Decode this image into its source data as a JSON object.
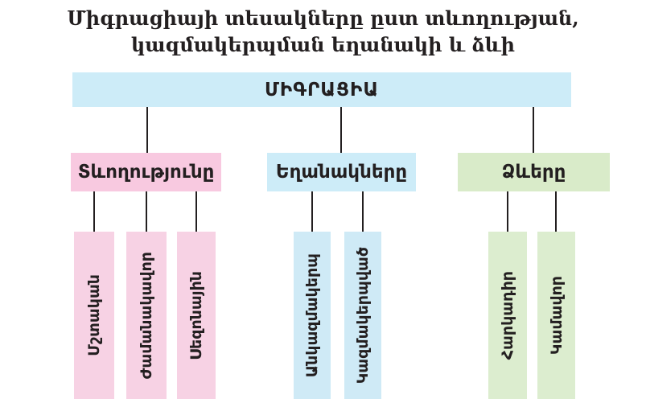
{
  "title": {
    "line1": "Միգրացիայի տեսակները ըստ տևողության,",
    "line2": "կազմակերպման եղանակի և ձևի"
  },
  "root": {
    "label": "ՄԻԳՐԱՑԻԱ"
  },
  "branches": [
    {
      "id": "duration",
      "label": "Տևողությունը",
      "fill": "#f8c9e0",
      "leaf_fill": "#f7d2e4",
      "children": [
        "Մշտական",
        "Ժամանակավոր",
        "Սեզոնային"
      ]
    },
    {
      "id": "methods",
      "label": "Եղանակները",
      "fill": "#cdecf8",
      "leaf_fill": "#cfeaf6",
      "children": [
        "Անկազմակերպ",
        "Կազմակերպված"
      ]
    },
    {
      "id": "forms",
      "label": "Ձևերը",
      "fill": "#d9ebc9",
      "leaf_fill": "#dcedcf",
      "children": [
        "Հարկադիր",
        "Կամավոր"
      ]
    }
  ],
  "colors": {
    "background": "#ffffff",
    "root_fill": "#cdecf8",
    "line": "#231f20",
    "text": "#231f20"
  }
}
